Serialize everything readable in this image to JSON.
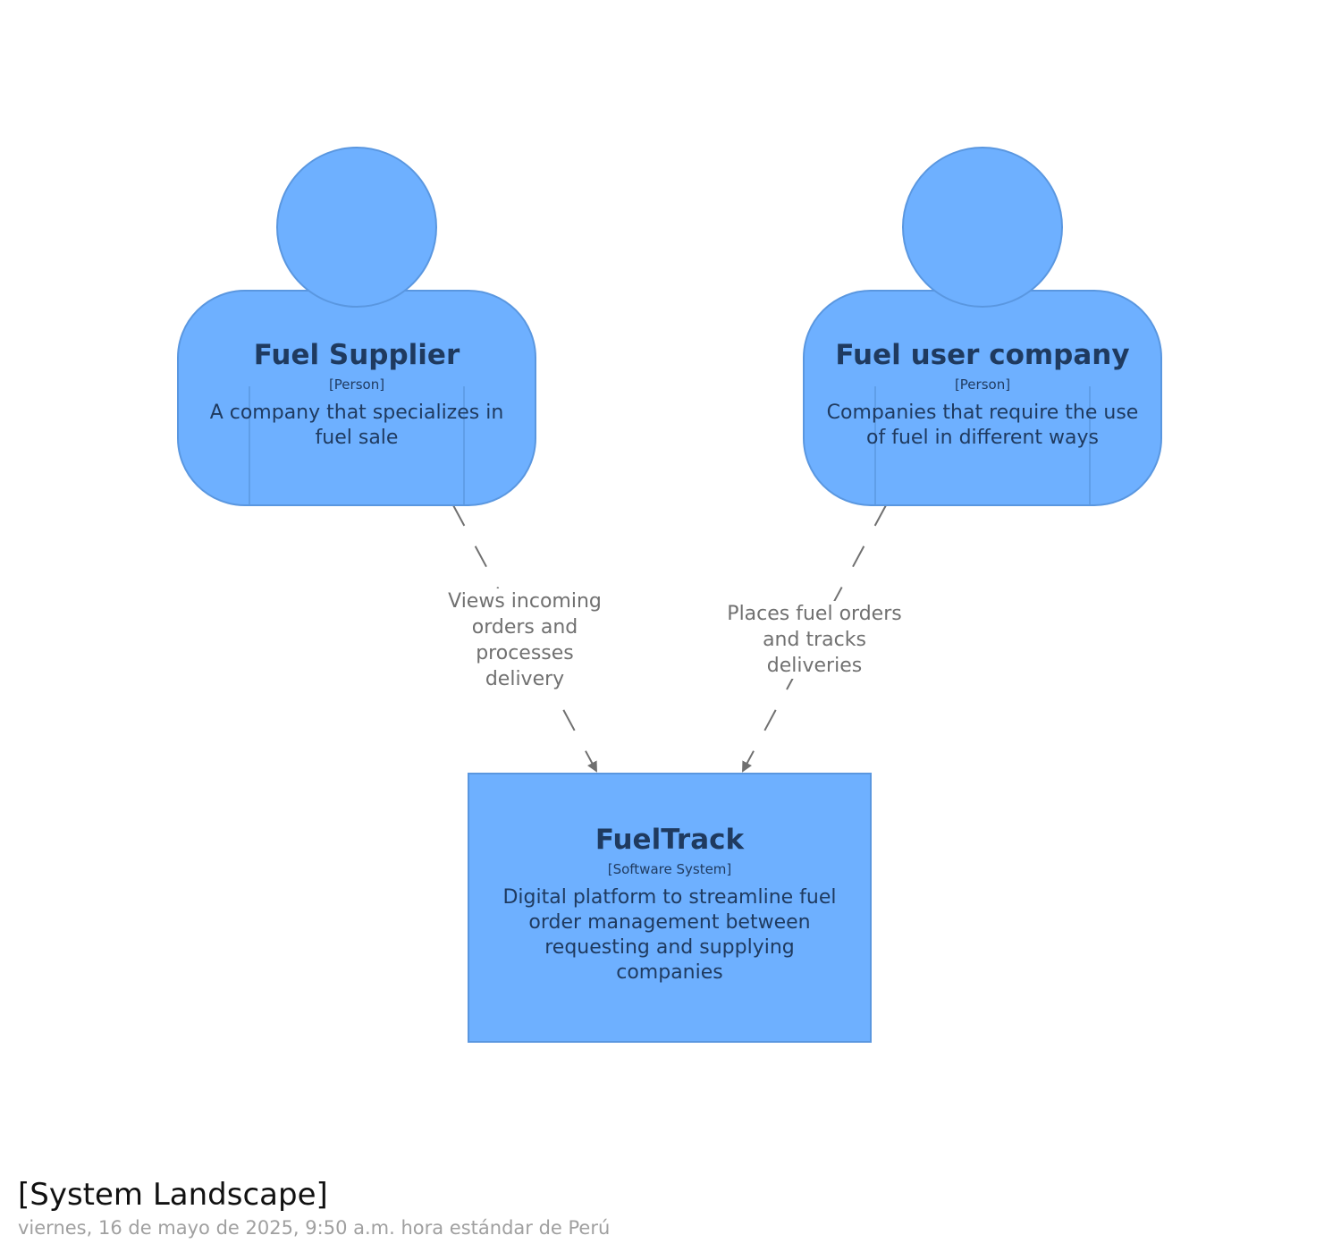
{
  "diagram": {
    "title": "[System Landscape]",
    "timestamp": "viernes, 16 de mayo de 2025, 9:50 a.m. hora estándar de Perú",
    "colors": {
      "element_fill": "#6eb0ff",
      "element_stroke": "#5a97e0",
      "element_text": "#1f3a5f",
      "relationship_line": "#707070",
      "relationship_text": "#707070",
      "title_text": "#111111",
      "timestamp_text": "#a0a0a0"
    }
  },
  "elements": {
    "fuel_supplier": {
      "name": "Fuel Supplier",
      "type": "[Person]",
      "description": "A company that specializes in fuel sale",
      "shape": "person"
    },
    "fuel_user_company": {
      "name": "Fuel user company",
      "type": "[Person]",
      "description": "Companies that require the use of fuel in different ways",
      "shape": "person"
    },
    "fueltrack": {
      "name": "FuelTrack",
      "type": "[Software System]",
      "description": "Digital platform to streamline fuel order management between requesting and supplying companies",
      "shape": "box"
    }
  },
  "relationships": [
    {
      "from": "Fuel Supplier",
      "to": "FuelTrack",
      "label": "Views incoming orders and processes delivery",
      "style": "dashed-arrow"
    },
    {
      "from": "Fuel user company",
      "to": "FuelTrack",
      "label": "Places fuel orders and tracks deliveries",
      "style": "dashed-arrow"
    }
  ]
}
